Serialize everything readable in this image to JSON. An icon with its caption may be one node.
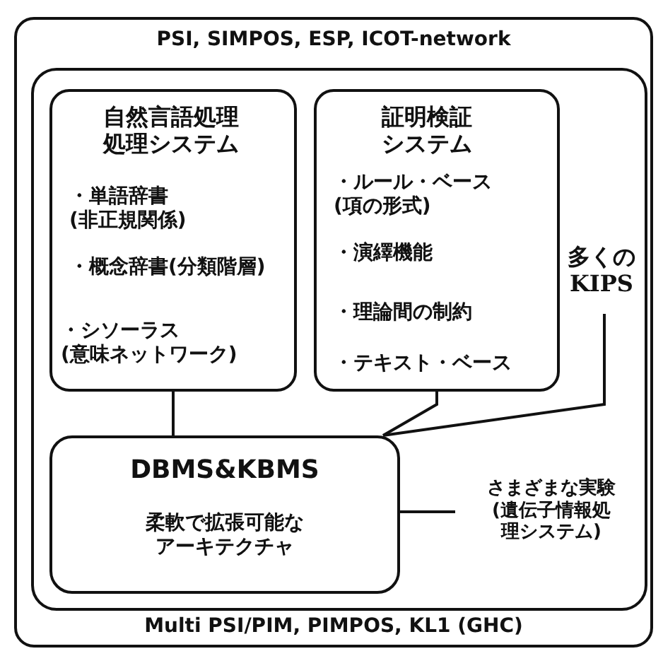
{
  "diagram": {
    "nodes": [
      {
        "text": [
          "PSI, SIMPOS, ESP, ICOT-network",
          "Multi PSI/PIM, PIMPOS, KL1 (GHC)"
        ]
      },
      {
        "text": [],
        "shape": "box",
        "in": 0
      },
      {
        "text": [
          "自然言語処理処理システム",
          "・単語辞書(非正規関係)",
          "・概念辞書(分類階層)",
          "・シソーラス(意味ネットワーク)"
        ],
        "in": 1
      },
      {
        "text": [
          "証明検証システム",
          "・ルール・ベース(項の形式)",
          "・演繹機能",
          "・理論間の制約",
          "・テキスト・ベース"
        ],
        "in": 1
      },
      {
        "text": [
          "多くのKIPS"
        ],
        "in": 1
      },
      {
        "text": [
          "DBMS&KBMS",
          "柔軟で拡張可能なアーキテクチャ"
        ],
        "in": 1
      },
      {
        "text": [
          "さまざまな実験(遺伝子情報処理システム)"
        ],
        "in": 1
      }
    ],
    "edges": [
      {
        "from": 2,
        "to": 5,
        "arrow": "none"
      },
      {
        "from": 3,
        "to": 5,
        "arrow": "none"
      },
      {
        "from": 4,
        "to": 5,
        "arrow": "none"
      },
      {
        "from": 5,
        "to": 6,
        "arrow": "none"
      }
    ]
  }
}
